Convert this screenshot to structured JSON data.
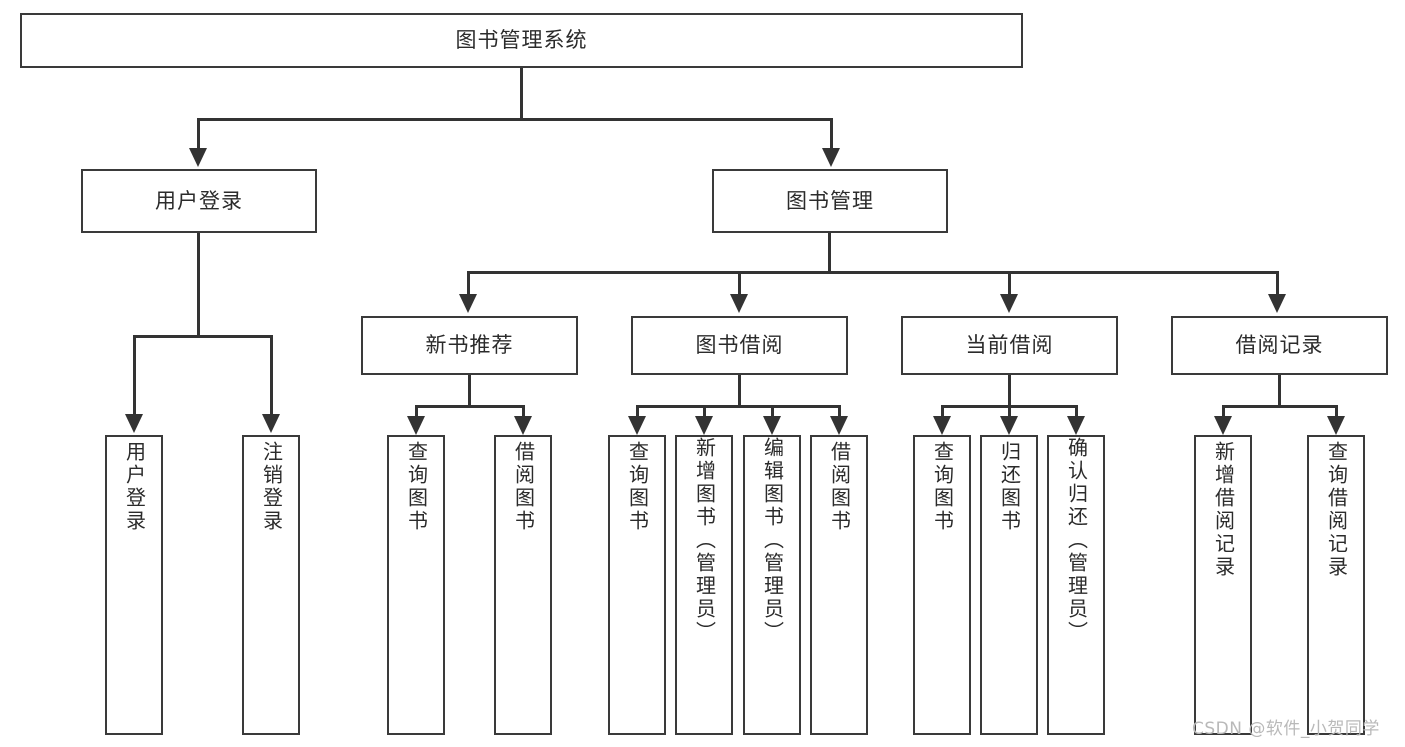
{
  "diagram": {
    "type": "tree-hierarchy",
    "title": "图书管理系统",
    "watermark": "CSDN @软件_小贺同学",
    "colors": {
      "box_border": "#3a3a3a",
      "line": "#333333",
      "background": "#ffffff",
      "text": "#2b2b2b",
      "watermark": "#b9b9b9"
    },
    "nodes": {
      "root": "图书管理系统",
      "level2": {
        "user_login": "用户登录",
        "book_manage": "图书管理"
      },
      "level3": {
        "new_book_rec": "新书推荐",
        "book_borrow": "图书借阅",
        "current_borrow": "当前借阅",
        "borrow_record": "借阅记录"
      },
      "leaves": {
        "user_login_1": "用户登录",
        "user_login_2": "注销登录",
        "new_book_rec_1": "查询图书",
        "new_book_rec_2": "借阅图书",
        "book_borrow_1": "查询图书",
        "book_borrow_2": "新增图书（管理员）",
        "book_borrow_3": "编辑图书（管理员）",
        "book_borrow_4": "借阅图书",
        "current_borrow_1": "查询图书",
        "current_borrow_2": "归还图书",
        "current_borrow_3": "确认归还（管理员）",
        "borrow_record_1": "新增借阅记录",
        "borrow_record_2": "查询借阅记录"
      }
    }
  }
}
